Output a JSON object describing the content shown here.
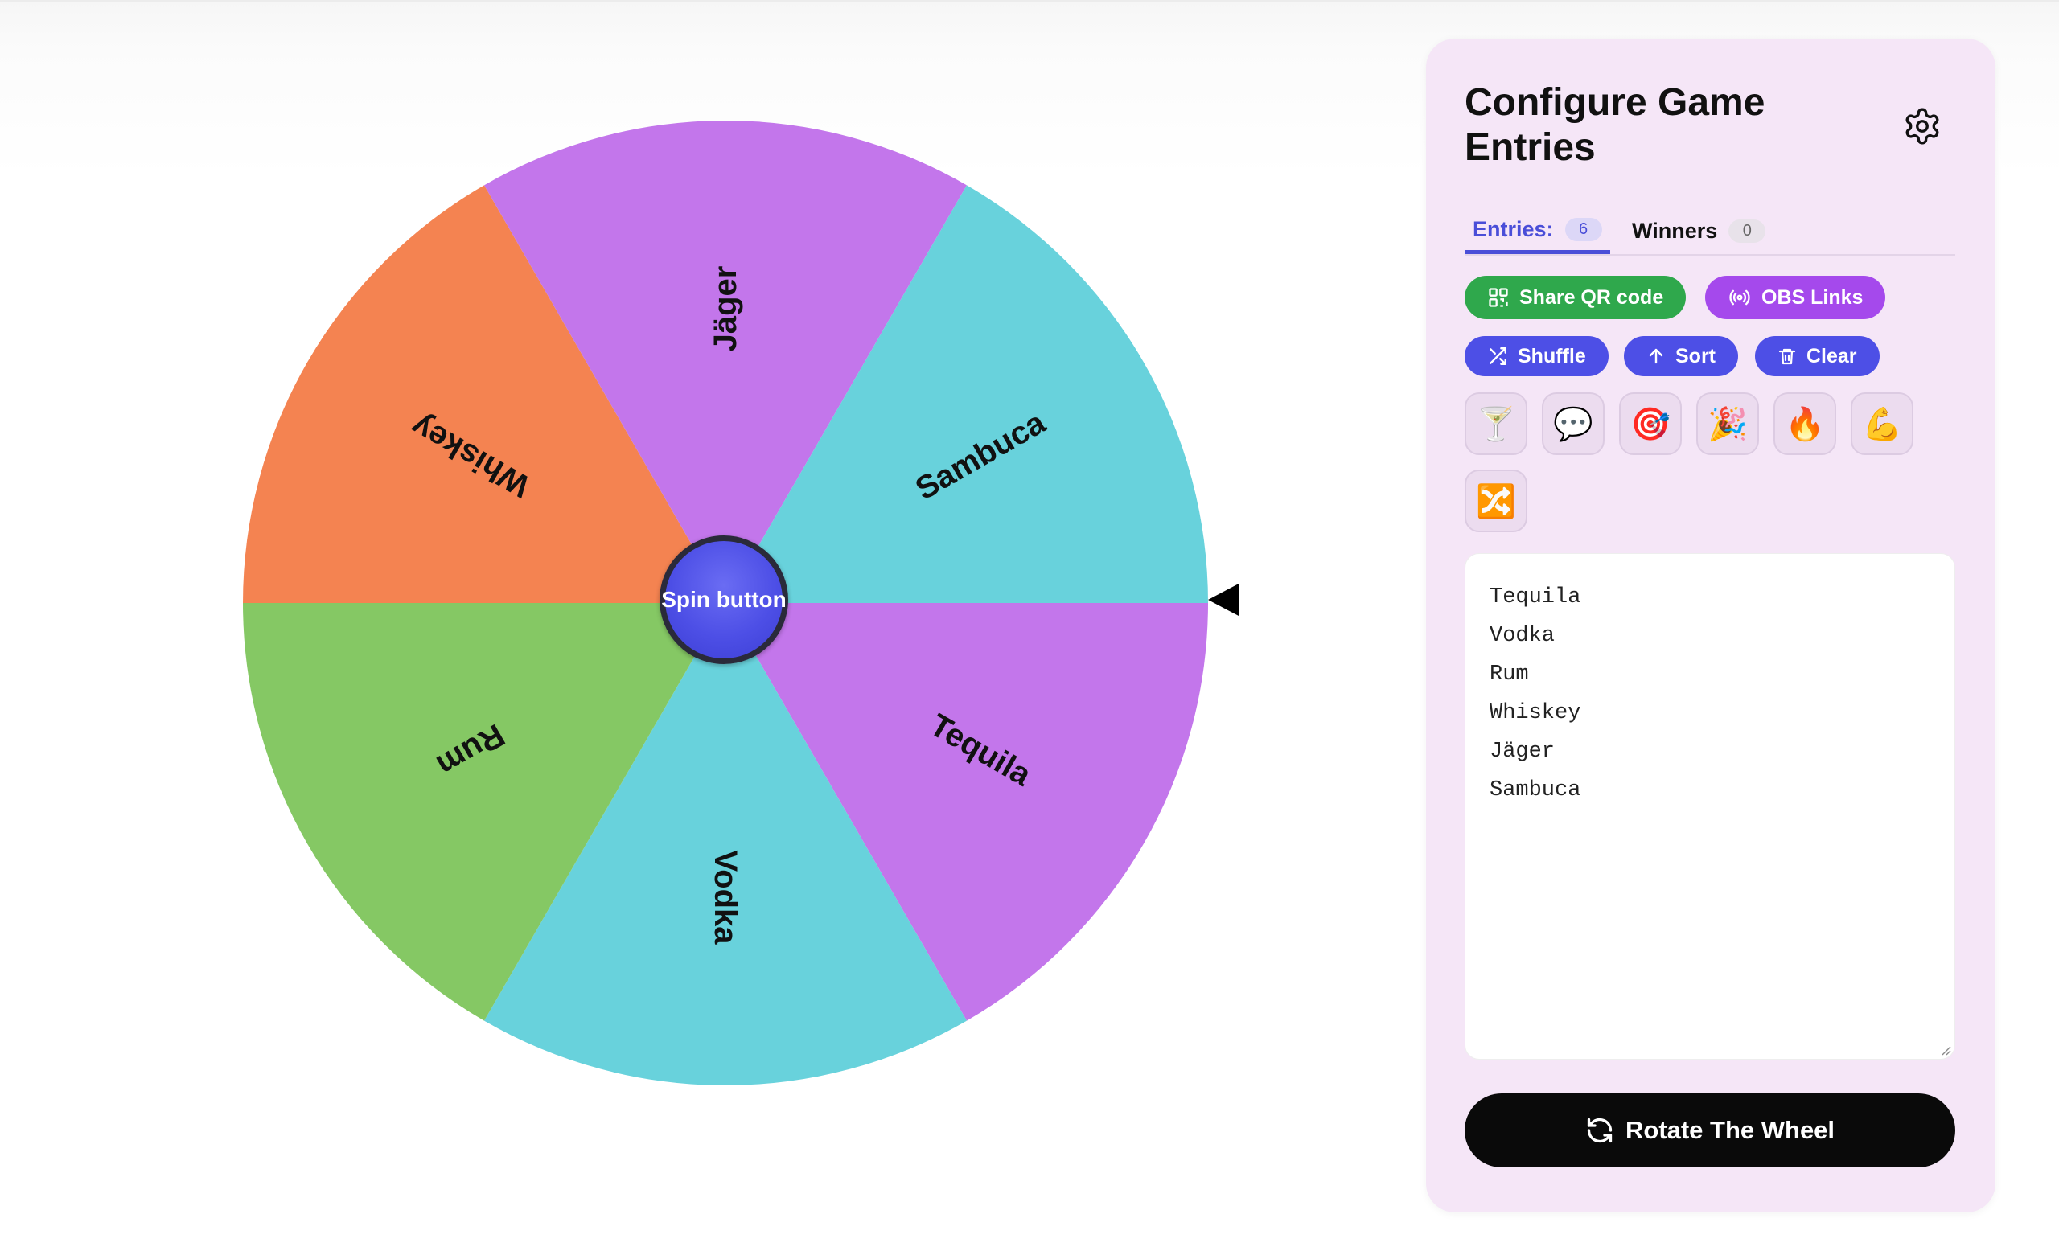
{
  "wheel": {
    "segments": [
      {
        "label": "Tequila",
        "color": "#c376eb"
      },
      {
        "label": "Vodka",
        "color": "#68d2dc"
      },
      {
        "label": "Rum",
        "color": "#85c864"
      },
      {
        "label": "Whiskey",
        "color": "#f48351"
      },
      {
        "label": "Jäger",
        "color": "#c376eb"
      },
      {
        "label": "Sambuca",
        "color": "#68d2dc"
      }
    ],
    "spin_label": "Spin button"
  },
  "panel": {
    "title": "Configure Game Entries",
    "background": "#f5e6f7",
    "settings_icon": "gear-icon",
    "tabs": {
      "entries_label": "Entries:",
      "entries_count": "6",
      "winners_label": "Winners",
      "winners_count": "0"
    },
    "buttons": {
      "share_qr": "Share QR code",
      "obs_links": "OBS Links",
      "shuffle": "Shuffle",
      "sort": "Sort",
      "clear": "Clear"
    },
    "emoji_presets": [
      "🍸",
      "💬",
      "🎯",
      "🎉",
      "🔥",
      "💪",
      "🔀"
    ],
    "entries": [
      "Tequila",
      "Vodka",
      "Rum",
      "Whiskey",
      "Jäger",
      "Sambuca"
    ],
    "rotate_label": "Rotate The Wheel"
  },
  "colors": {
    "accent_blue": "#4d4fe6",
    "green": "#2fa84c",
    "purple": "#a549ec",
    "dark": "#0a0a0a"
  }
}
